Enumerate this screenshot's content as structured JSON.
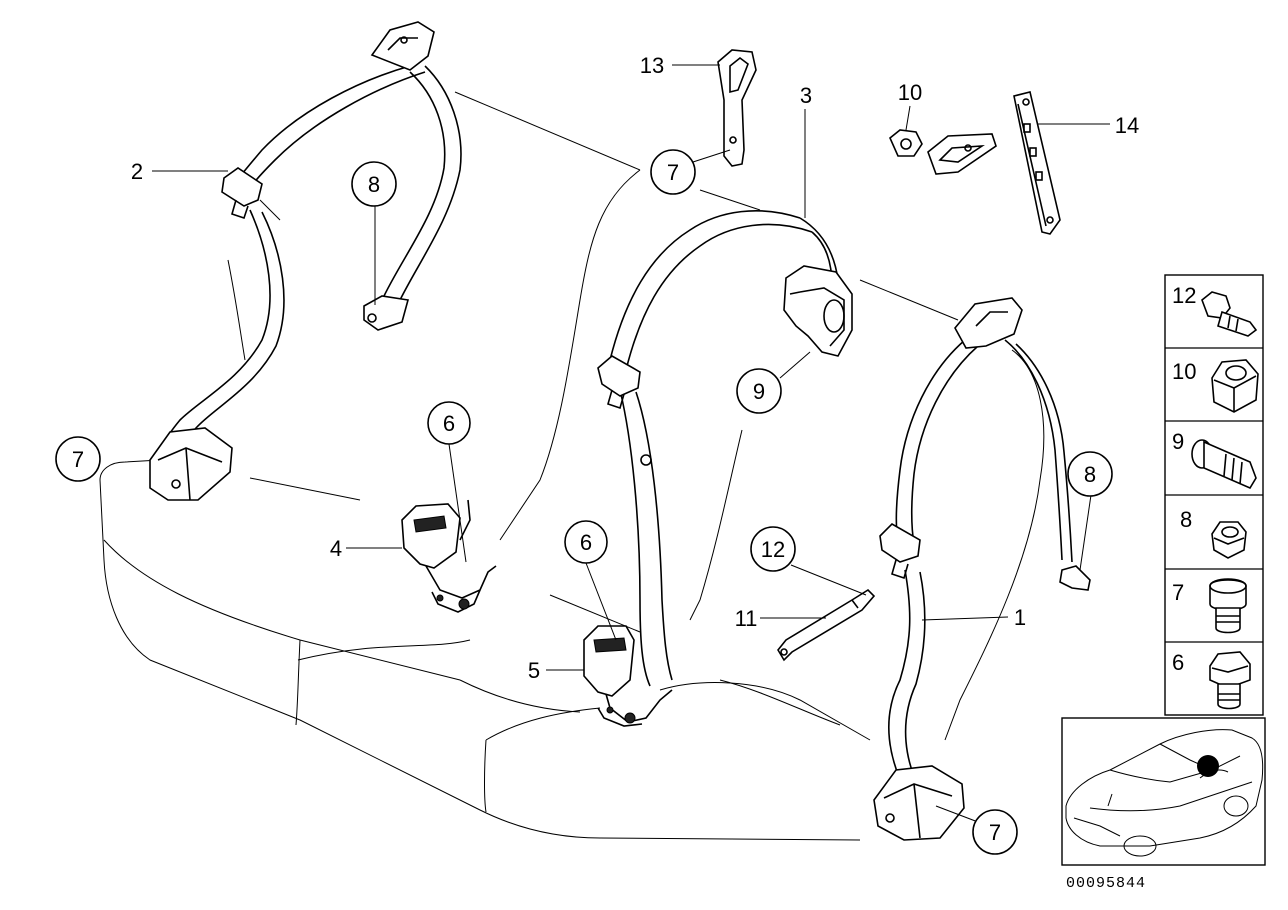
{
  "part_labels": {
    "p1": "1",
    "p2": "2",
    "p3": "3",
    "p4": "4",
    "p5": "5",
    "p6a": "6",
    "p6b": "6",
    "p7a": "7",
    "p7b": "7",
    "p7c": "7",
    "p8a": "8",
    "p8b": "8",
    "p9": "9",
    "p10": "10",
    "p11": "11",
    "p12": "12",
    "p13": "13",
    "p14": "14"
  },
  "legend": {
    "items": [
      "12",
      "10",
      "9",
      "8",
      "7",
      "6"
    ]
  },
  "drawing_number": "00095844"
}
